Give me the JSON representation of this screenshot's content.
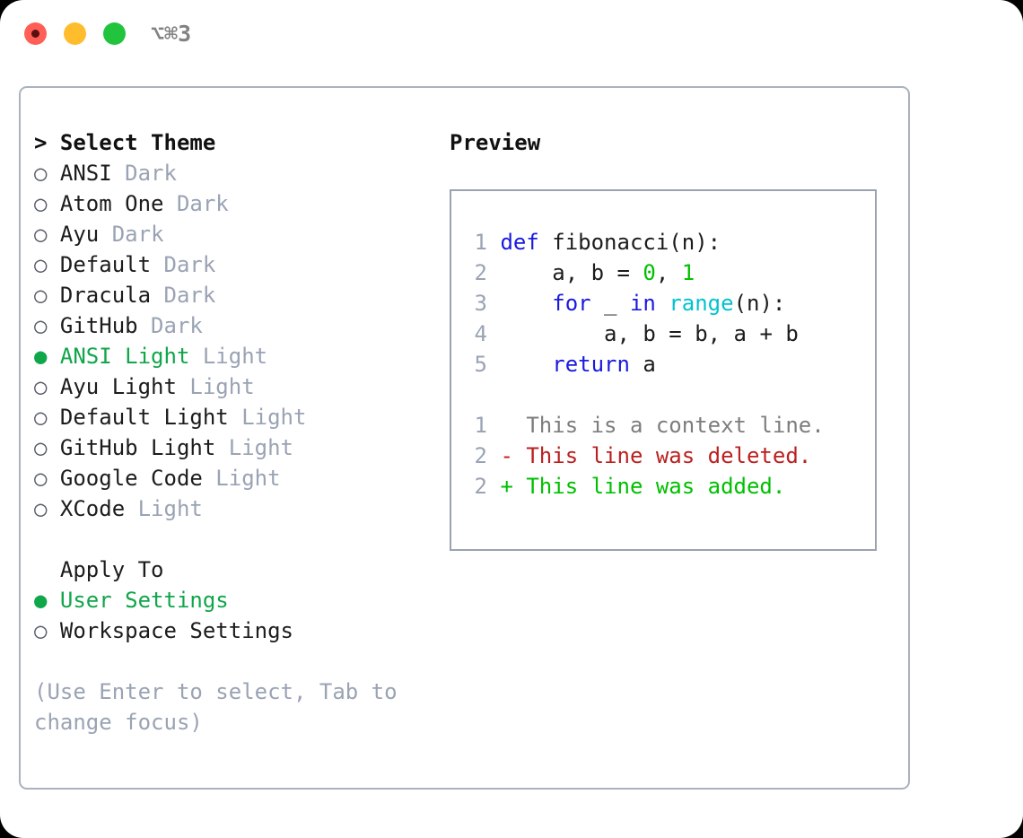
{
  "titlebar": {
    "shortcut": "⌥⌘3",
    "dots": [
      {
        "name": "close",
        "color": "#ff5f56"
      },
      {
        "name": "minimize",
        "color": "#ffbd2e"
      },
      {
        "name": "maximize",
        "color": "#21c43c"
      }
    ]
  },
  "theme_picker": {
    "heading": "> Select Theme",
    "options": [
      {
        "marker": "○ ",
        "name": "ANSI",
        "kind": " Dark",
        "selected": false
      },
      {
        "marker": "○ ",
        "name": "Atom One",
        "kind": " Dark",
        "selected": false
      },
      {
        "marker": "○ ",
        "name": "Ayu",
        "kind": " Dark",
        "selected": false
      },
      {
        "marker": "○ ",
        "name": "Default",
        "kind": " Dark",
        "selected": false
      },
      {
        "marker": "○ ",
        "name": "Dracula",
        "kind": " Dark",
        "selected": false
      },
      {
        "marker": "○ ",
        "name": "GitHub",
        "kind": " Dark",
        "selected": false
      },
      {
        "marker": "● ",
        "name": "ANSI Light",
        "kind": " Light",
        "selected": true
      },
      {
        "marker": "○ ",
        "name": "Ayu Light",
        "kind": " Light",
        "selected": false
      },
      {
        "marker": "○ ",
        "name": "Default Light",
        "kind": " Light",
        "selected": false
      },
      {
        "marker": "○ ",
        "name": "GitHub Light",
        "kind": " Light",
        "selected": false
      },
      {
        "marker": "○ ",
        "name": "Google Code",
        "kind": " Light",
        "selected": false
      },
      {
        "marker": "○ ",
        "name": "XCode",
        "kind": " Light",
        "selected": false
      }
    ]
  },
  "apply_to": {
    "heading": "  Apply To",
    "options": [
      {
        "marker": "● ",
        "name": "User Settings",
        "kind": "",
        "selected": true
      },
      {
        "marker": "○ ",
        "name": "Workspace Settings",
        "kind": "",
        "selected": false
      }
    ]
  },
  "hint": "(Use Enter to select, Tab to change focus)",
  "preview": {
    "heading": "Preview",
    "code": [
      {
        "ln": "1",
        "tokens": [
          {
            "t": "def",
            "c": "kw"
          },
          {
            "t": " fibonacci(n):",
            "c": "plain-tok"
          }
        ]
      },
      {
        "ln": "2",
        "tokens": [
          {
            "t": "    a, b = ",
            "c": "plain-tok"
          },
          {
            "t": "0",
            "c": "num"
          },
          {
            "t": ", ",
            "c": "plain-tok"
          },
          {
            "t": "1",
            "c": "num"
          }
        ]
      },
      {
        "ln": "3",
        "tokens": [
          {
            "t": "    ",
            "c": "plain-tok"
          },
          {
            "t": "for",
            "c": "kw"
          },
          {
            "t": " _ ",
            "c": "plain-tok"
          },
          {
            "t": "in",
            "c": "kw"
          },
          {
            "t": " ",
            "c": "plain-tok"
          },
          {
            "t": "range",
            "c": "fn"
          },
          {
            "t": "(n):",
            "c": "plain-tok"
          }
        ]
      },
      {
        "ln": "4",
        "tokens": [
          {
            "t": "        a, b = b, a + b",
            "c": "plain-tok"
          }
        ]
      },
      {
        "ln": "5",
        "tokens": [
          {
            "t": "    ",
            "c": "plain-tok"
          },
          {
            "t": "return",
            "c": "kw"
          },
          {
            "t": " a",
            "c": "plain-tok"
          }
        ]
      }
    ],
    "diff": [
      {
        "ln": "1",
        "text": "   This is a context line.",
        "kind": "diff-ctx"
      },
      {
        "ln": "2",
        "text": " - This line was deleted.",
        "kind": "diff-del"
      },
      {
        "ln": "2",
        "text": " + This line was added.",
        "kind": "diff-add"
      }
    ]
  },
  "colors": {
    "accent_green": "#10a64a",
    "muted": "#9aa3b4",
    "keyword_blue": "#1a1adf",
    "builtin_cyan": "#00c3d0",
    "number_green": "#00c000",
    "diff_delete": "#bb2020",
    "diff_add": "#00c000",
    "panel_border": "#aab2bf",
    "preview_border": "#9aa3b0"
  }
}
